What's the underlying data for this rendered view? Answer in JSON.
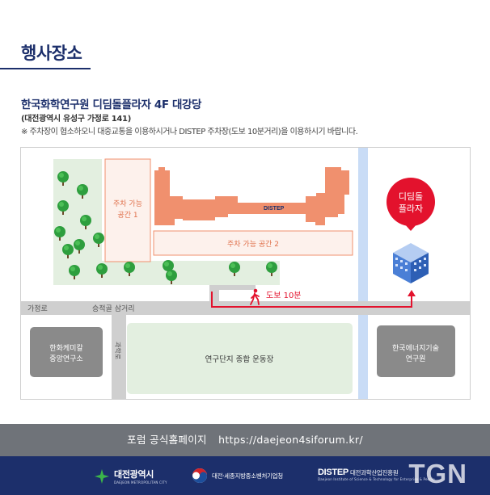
{
  "header": {
    "section_title": "행사장소",
    "venue_name": "한국화학연구원 디딤돌플라자 4F 대강당",
    "venue_address": "(대전광역시 유성구 가정로 141)",
    "parking_note": "※ 주차장이 협소하오니 대중교통을 이용하시거나 DISTEP 주차장(도보 10분거리)을 이용하시기 바랍니다."
  },
  "map": {
    "parking_1": [
      "주차 가능",
      "공간 1"
    ],
    "parking_2": "주차 가능 공간 2",
    "building_label": "DISTEP",
    "destination": [
      "디딤돌",
      "플라자"
    ],
    "walk_label": "도보 10분",
    "road_gajeong": "가정로",
    "road_seungjeokgol": "승적골 삼거리",
    "road_vertical": "과학로",
    "hanwha": [
      "한화케미칼",
      "중앙연구소"
    ],
    "stadium": "연구단지 종합 운동장",
    "energy": [
      "한국에너지기술",
      "연구원"
    ],
    "colors": {
      "green_area": "#e3efe0",
      "building": "#f0906e",
      "parking_fill": "#fdf1ec",
      "road": "#cfcfcf",
      "river": "#c9dcf6",
      "route": "#e3122d",
      "block": "#8a8a8a"
    }
  },
  "footer": {
    "forum_label": "포럼 공식홈페이지",
    "forum_url": "https://daejeon4siforum.kr/",
    "logo_daejeon": "대전광역시",
    "logo_daejeon_sub": "DAEJEON METROPOLITAN CITY",
    "logo_sme": "대전·세종지방중소벤처기업청",
    "logo_distep": "DISTEP",
    "logo_distep_name": "대전과학산업진흥원",
    "logo_distep_sub": "Daejeon Institute of Science & Technology for Enterprise & People",
    "watermark": "TGN"
  }
}
